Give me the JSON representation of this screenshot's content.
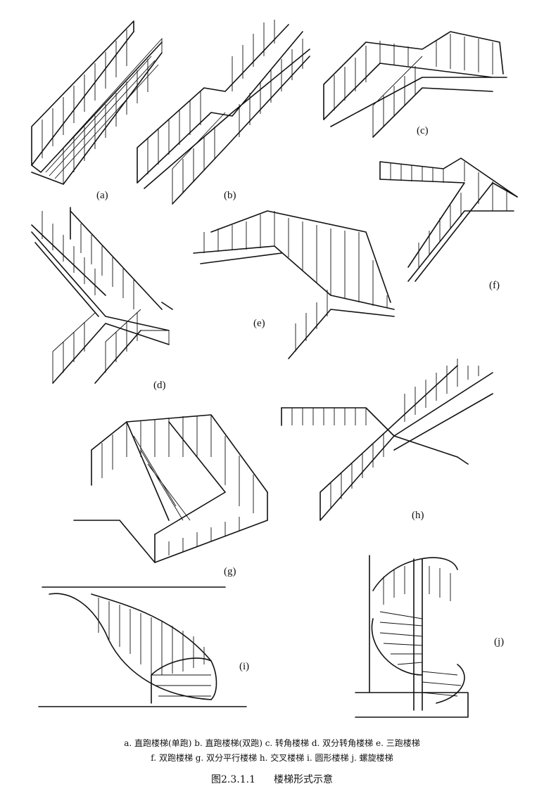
{
  "labels": {
    "a": "(a)",
    "b": "(b)",
    "c": "(c)",
    "d": "(d)",
    "e": "(e)",
    "f": "(f)",
    "g": "(g)",
    "h": "(h)",
    "i": "(i)",
    "j": "(j)"
  },
  "caption": {
    "line1": "a.  直跑楼梯(单跑) b.  直跑楼梯(双跑) c.  转角楼梯 d.  双分转角楼梯 e. 三跑楼梯",
    "line2": "f.  双跑楼梯 g.  双分平行楼梯 h. 交叉楼梯 i.  圆形楼梯 j.  螺旋楼梯"
  },
  "figure": {
    "number": "图2.3.1.1",
    "title": "楼梯形式示意"
  }
}
